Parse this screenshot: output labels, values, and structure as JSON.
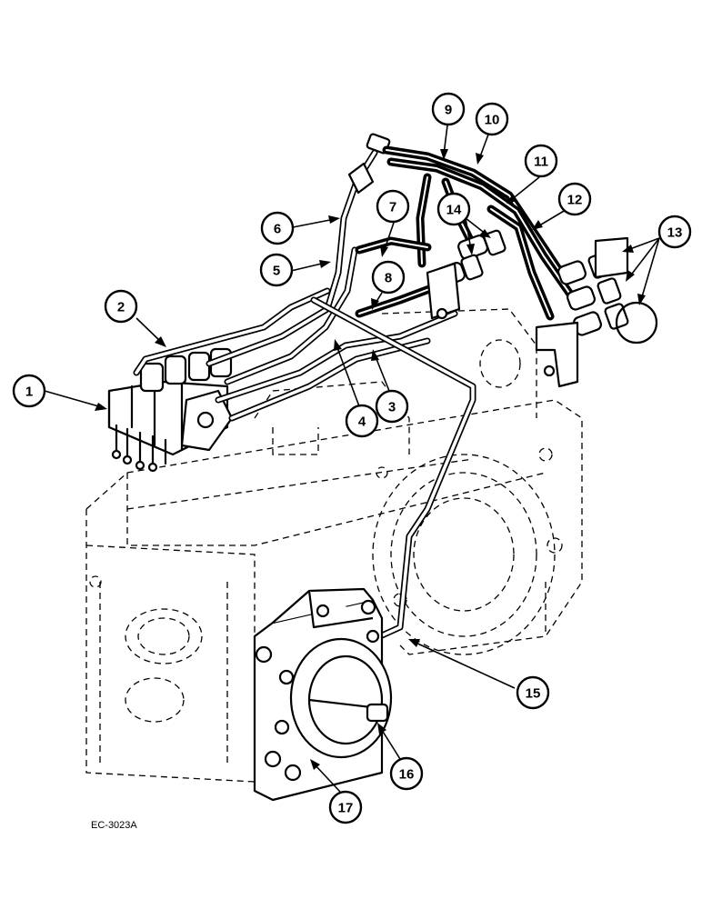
{
  "figure": {
    "reference_code": "EC-3023A"
  },
  "callouts": [
    {
      "label": "1"
    },
    {
      "label": "2"
    },
    {
      "label": "3"
    },
    {
      "label": "4"
    },
    {
      "label": "5"
    },
    {
      "label": "6"
    },
    {
      "label": "7"
    },
    {
      "label": "8"
    },
    {
      "label": "9"
    },
    {
      "label": "10"
    },
    {
      "label": "11"
    },
    {
      "label": "12"
    },
    {
      "label": "13"
    },
    {
      "label": "14"
    },
    {
      "label": "15"
    },
    {
      "label": "16"
    },
    {
      "label": "17"
    }
  ],
  "colors": {
    "ink": "#000000",
    "paper": "#ffffff"
  }
}
